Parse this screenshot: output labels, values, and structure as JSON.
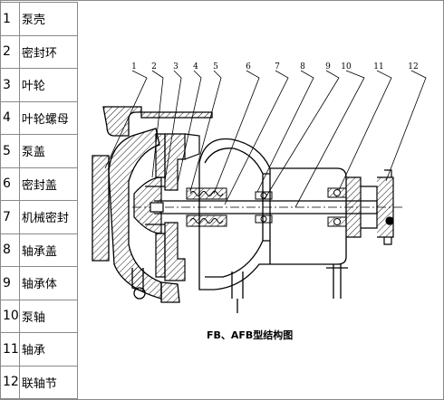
{
  "parts": [
    {
      "num": "1",
      "name": "泵壳"
    },
    {
      "num": "2",
      "name": "密封环"
    },
    {
      "num": "3",
      "name": "叶轮"
    },
    {
      "num": "4",
      "name": "叶轮螺母"
    },
    {
      "num": "5",
      "name": "泵盖"
    },
    {
      "num": "6",
      "name": "密封盖"
    },
    {
      "num": "7",
      "name": "机械密封"
    },
    {
      "num": "8",
      "name": "轴承盖"
    },
    {
      "num": "9",
      "name": "轴承体"
    },
    {
      "num": "10",
      "name": "泵轴"
    },
    {
      "num": "11",
      "name": "轴承"
    },
    {
      "num": "12",
      "name": "联轴节"
    }
  ],
  "diagram": {
    "caption": "FB、AFB型结构图",
    "callouts": [
      "1",
      "2",
      "3",
      "4",
      "5",
      "6",
      "7",
      "8",
      "9",
      "10",
      "11",
      "12"
    ]
  }
}
